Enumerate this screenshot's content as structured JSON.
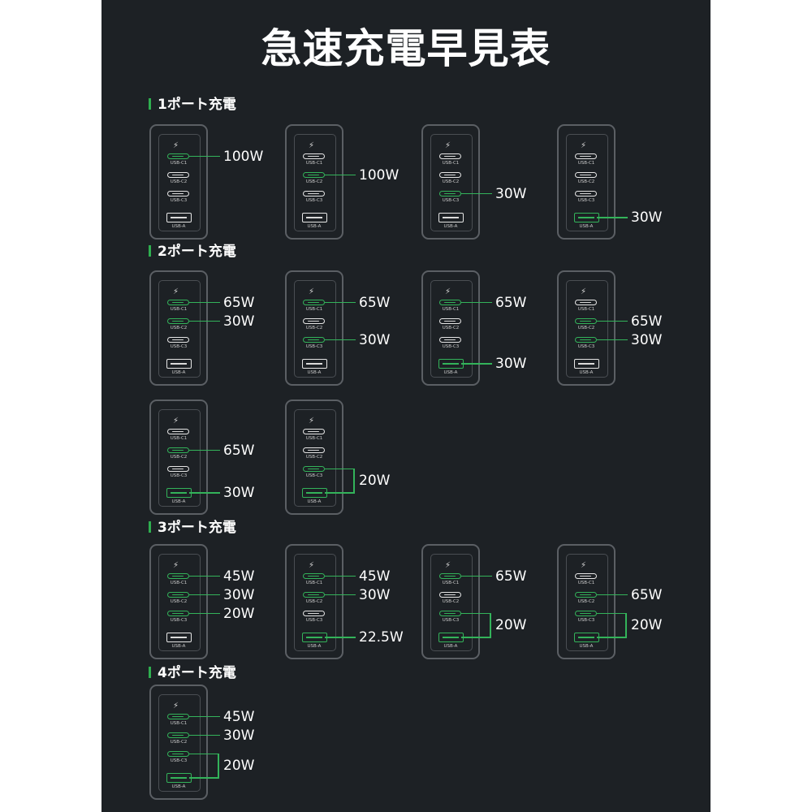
{
  "title": "急速充電早見表",
  "port_labels": {
    "c1": "USB-C1",
    "c2": "USB-C2",
    "c3": "USB-C3",
    "a": "USB-A"
  },
  "bolt_icon": "⚡",
  "colors": {
    "background": "#1d2125",
    "accent": "#33b35a",
    "text": "#ffffff"
  },
  "sections": [
    {
      "title": "1ポート充電",
      "chargers": [
        {
          "active": [
            "c1"
          ],
          "labels": [
            {
              "text": "100W",
              "ports": [
                "c1"
              ]
            }
          ]
        },
        {
          "active": [
            "c2"
          ],
          "labels": [
            {
              "text": "100W",
              "ports": [
                "c2"
              ]
            }
          ]
        },
        {
          "active": [
            "c3"
          ],
          "labels": [
            {
              "text": "30W",
              "ports": [
                "c3"
              ]
            }
          ]
        },
        {
          "active": [
            "a"
          ],
          "labels": [
            {
              "text": "30W",
              "ports": [
                "a"
              ]
            }
          ]
        }
      ]
    },
    {
      "title": "2ポート充電",
      "chargers": [
        {
          "active": [
            "c1",
            "c2"
          ],
          "labels": [
            {
              "text": "65W",
              "ports": [
                "c1"
              ]
            },
            {
              "text": "30W",
              "ports": [
                "c2"
              ]
            }
          ]
        },
        {
          "active": [
            "c1",
            "c3"
          ],
          "labels": [
            {
              "text": "65W",
              "ports": [
                "c1"
              ]
            },
            {
              "text": "30W",
              "ports": [
                "c3"
              ]
            }
          ]
        },
        {
          "active": [
            "c1",
            "a"
          ],
          "labels": [
            {
              "text": "65W",
              "ports": [
                "c1"
              ]
            },
            {
              "text": "30W",
              "ports": [
                "a"
              ]
            }
          ]
        },
        {
          "active": [
            "c2",
            "c3"
          ],
          "labels": [
            {
              "text": "65W",
              "ports": [
                "c2"
              ]
            },
            {
              "text": "30W",
              "ports": [
                "c3"
              ]
            }
          ]
        },
        {
          "active": [
            "c2",
            "a"
          ],
          "labels": [
            {
              "text": "65W",
              "ports": [
                "c2"
              ]
            },
            {
              "text": "30W",
              "ports": [
                "a"
              ]
            }
          ]
        },
        {
          "active": [
            "c3",
            "a"
          ],
          "labels": [
            {
              "text": "20W",
              "ports": [
                "c3",
                "a"
              ]
            }
          ]
        }
      ]
    },
    {
      "title": "3ポート充電",
      "chargers": [
        {
          "active": [
            "c1",
            "c2",
            "c3"
          ],
          "labels": [
            {
              "text": "45W",
              "ports": [
                "c1"
              ]
            },
            {
              "text": "30W",
              "ports": [
                "c2"
              ]
            },
            {
              "text": "20W",
              "ports": [
                "c3"
              ]
            }
          ]
        },
        {
          "active": [
            "c1",
            "c2",
            "a"
          ],
          "labels": [
            {
              "text": "45W",
              "ports": [
                "c1"
              ]
            },
            {
              "text": "30W",
              "ports": [
                "c2"
              ]
            },
            {
              "text": "22.5W",
              "ports": [
                "a"
              ]
            }
          ]
        },
        {
          "active": [
            "c1",
            "c3",
            "a"
          ],
          "labels": [
            {
              "text": "65W",
              "ports": [
                "c1"
              ]
            },
            {
              "text": "20W",
              "ports": [
                "c3",
                "a"
              ]
            }
          ]
        },
        {
          "active": [
            "c2",
            "c3",
            "a"
          ],
          "labels": [
            {
              "text": "65W",
              "ports": [
                "c2"
              ]
            },
            {
              "text": "20W",
              "ports": [
                "c3",
                "a"
              ]
            }
          ]
        }
      ]
    },
    {
      "title": "4ポート充電",
      "chargers": [
        {
          "active": [
            "c1",
            "c2",
            "c3",
            "a"
          ],
          "labels": [
            {
              "text": "45W",
              "ports": [
                "c1"
              ]
            },
            {
              "text": "30W",
              "ports": [
                "c2"
              ]
            },
            {
              "text": "20W",
              "ports": [
                "c3",
                "a"
              ]
            }
          ]
        }
      ]
    }
  ]
}
